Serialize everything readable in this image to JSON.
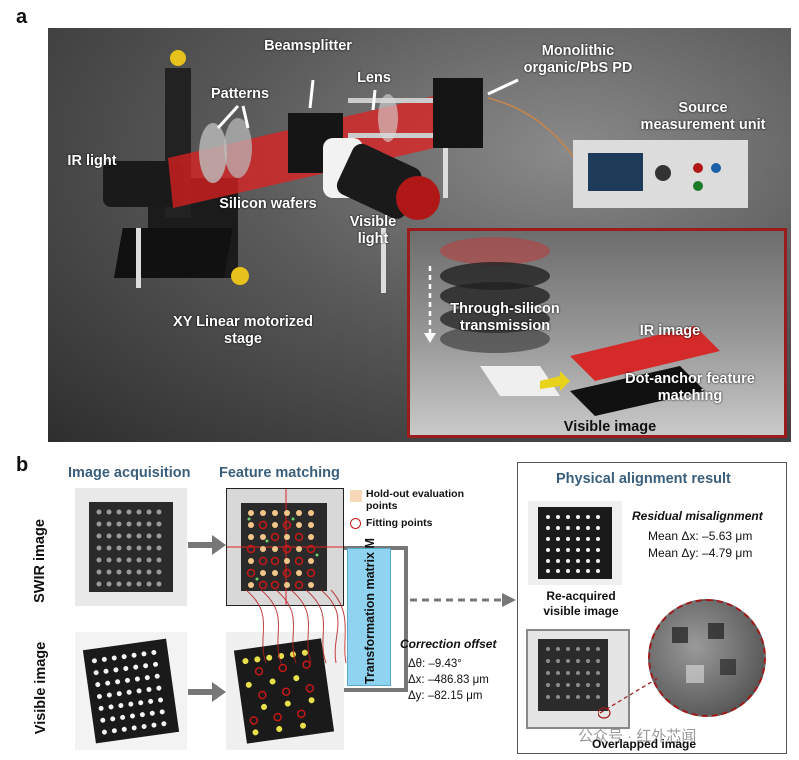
{
  "figure": {
    "panel_a": {
      "letter": "a",
      "labels": {
        "beamsplitter": "Beamsplitter",
        "monolithic_pd": "Monolithic organic/PbS PD",
        "patterns": "Patterns",
        "lens": "Lens",
        "source_unit": "Source measurement unit",
        "ir_light": "IR light",
        "silicon_wafers": "Silicon wafers",
        "visible_light": "Visible light",
        "xy_stage": "XY Linear motorized stage"
      },
      "inset": {
        "through_silicon": "Through-silicon transmission",
        "ir_image": "IR image",
        "dot_anchor": "Dot-anchor feature matching",
        "visible_image": "Visible image"
      }
    },
    "panel_b": {
      "letter": "b",
      "section_titles": {
        "acquisition": "Image acquisition",
        "matching": "Feature matching",
        "result": "Physical alignment result"
      },
      "row_labels": {
        "swir": "SWIR image",
        "visible": "Visible image"
      },
      "legend": {
        "holdout": "Hold-out evaluation points",
        "fitting": "Fitting points"
      },
      "matrix_label": "Transformation matrix M",
      "correction": {
        "title": "Correction offset",
        "theta": "Δθ: –9.43°",
        "dx": "Δx: –486.83 μm",
        "dy": "Δy: –82.15 μm"
      },
      "residual": {
        "title": "Residual misalignment",
        "mean_dx": "Mean Δx: –5.63 μm",
        "mean_dy": "Mean Δy: –4.79 μm"
      },
      "reacquired": "Re-acquired visible image",
      "overlapped": "Overlapped image",
      "watermark": "公众号 · 红外芯闻"
    },
    "colors": {
      "section_title": "#3a5f7d",
      "inset_border": "#9b1c1c",
      "matrix_fill": "#8fd3f0",
      "beam": "#e02020"
    }
  }
}
